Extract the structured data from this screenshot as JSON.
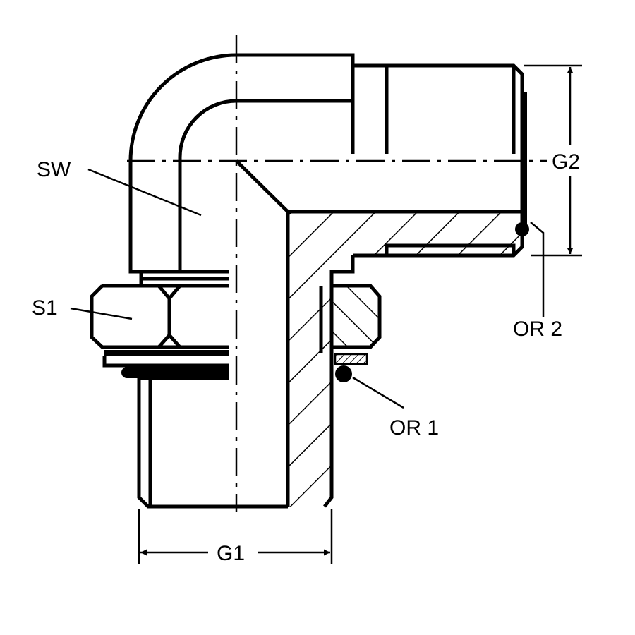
{
  "drawing": {
    "title": "90° elbow fitting with swivel nut",
    "labels": {
      "sw": "SW",
      "s1": "S1",
      "g1": "G1",
      "g2": "G2",
      "or1": "OR 1",
      "or2": "OR 2"
    },
    "colors": {
      "line": "#000000",
      "background": "#ffffff"
    }
  }
}
